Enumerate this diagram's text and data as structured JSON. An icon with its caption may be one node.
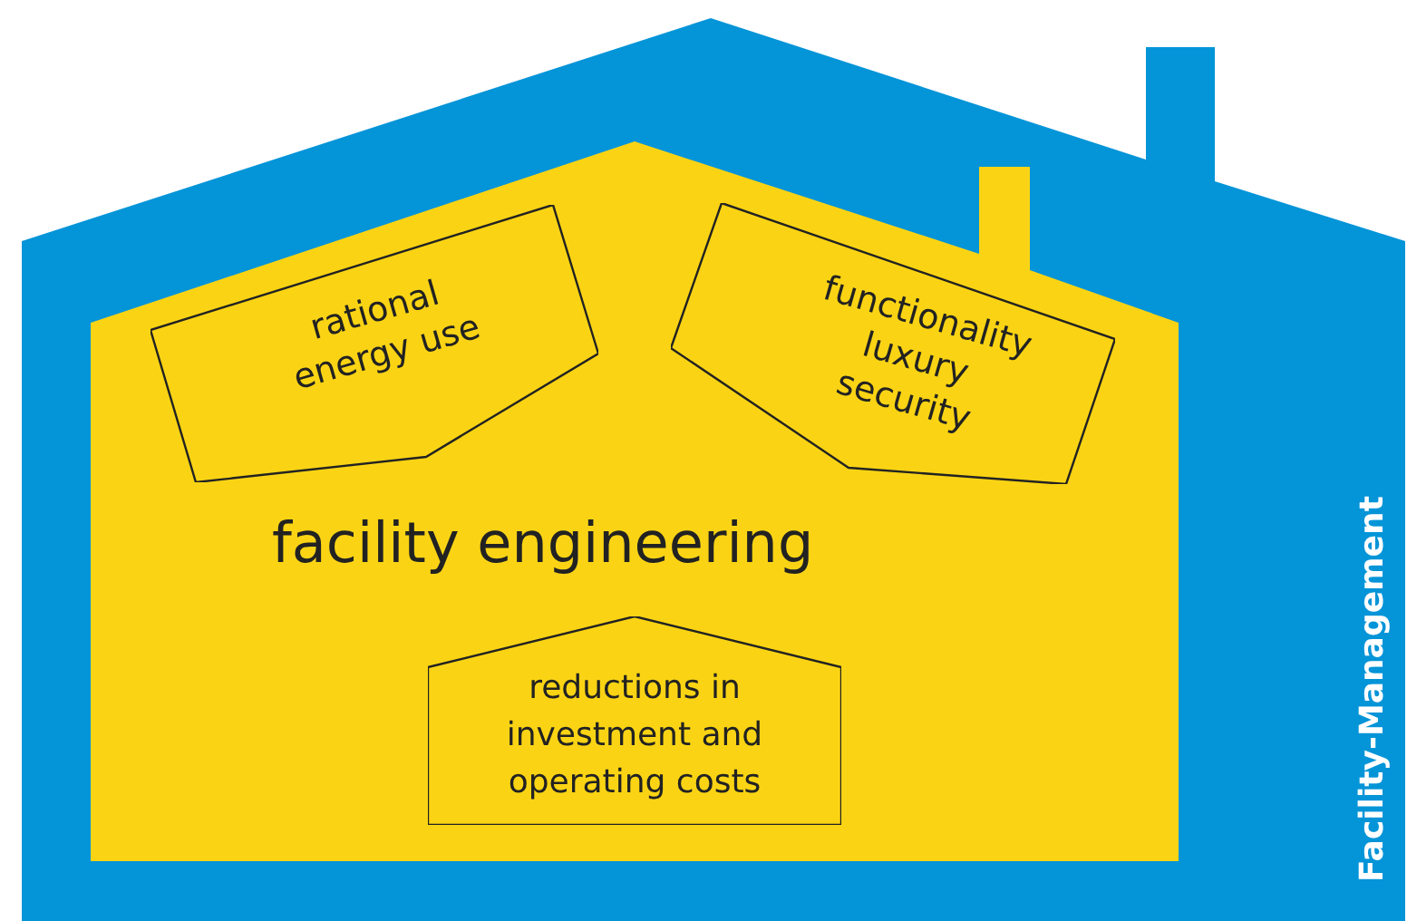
{
  "diagram": {
    "nodes": [
      {
        "text": [
          "Facility-Management"
        ]
      },
      {
        "text": [
          "facility engineering"
        ],
        "in": 0
      },
      {
        "text": [
          "rational energy use"
        ],
        "in": 1
      },
      {
        "text": [
          "functionality luxury security"
        ],
        "in": 1
      },
      {
        "text": [
          "reductions in investment and operating costs"
        ],
        "in": 1
      }
    ]
  }
}
